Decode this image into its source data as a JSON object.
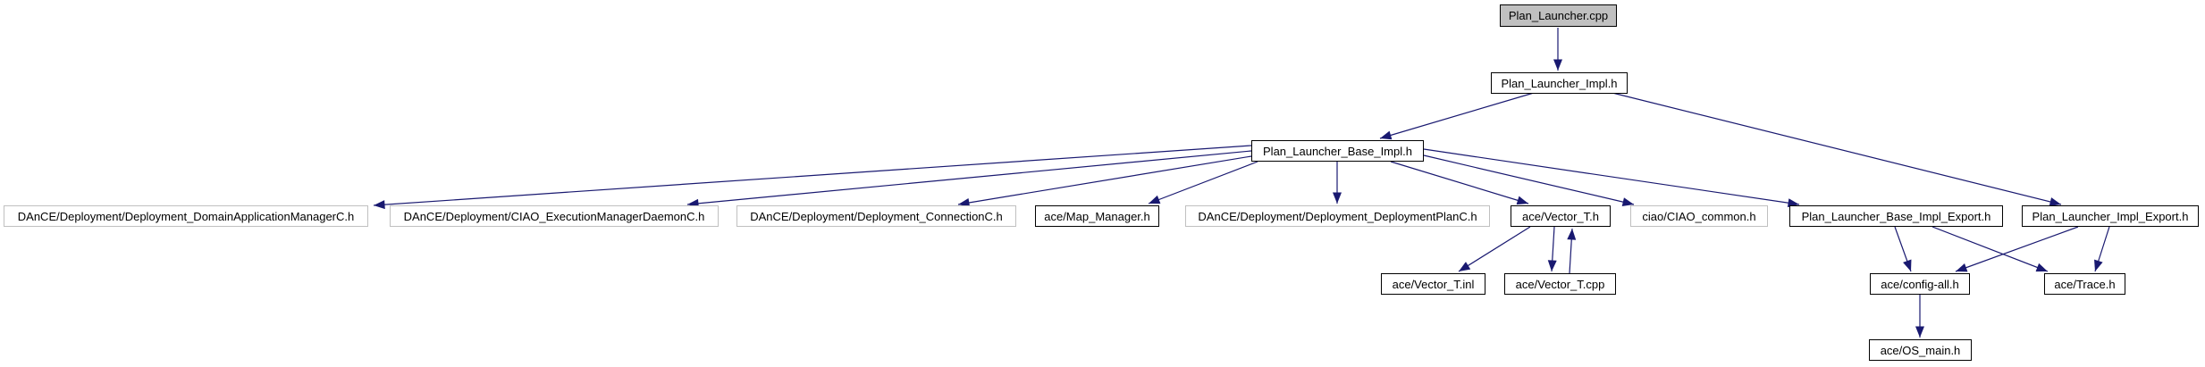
{
  "diagram": {
    "type": "include-dependency-graph",
    "root_file": "Plan_Launcher.cpp",
    "colors": {
      "edge": "#191970",
      "node_fill": "#ffffff",
      "current_node_fill": "#c0c0c0",
      "linked_border": "#000000",
      "plain_border": "#c0c0c0",
      "text": "#000000",
      "background": "#ffffff"
    },
    "nodes": [
      {
        "id": "plan-launcher-cpp",
        "label": "Plan_Launcher.cpp",
        "current": true,
        "linked": false
      },
      {
        "id": "plan-launcher-impl-h",
        "label": "Plan_Launcher_Impl.h",
        "current": false,
        "linked": true
      },
      {
        "id": "plan-launcher-base-impl-h",
        "label": "Plan_Launcher_Base_Impl.h",
        "current": false,
        "linked": true
      },
      {
        "id": "deployment-domain-application-manager-c-h",
        "label": "DAnCE/Deployment/Deployment_DomainApplicationManagerC.h",
        "current": false,
        "linked": false
      },
      {
        "id": "ciao-execution-manager-daemon-c-h",
        "label": "DAnCE/Deployment/CIAO_ExecutionManagerDaemonC.h",
        "current": false,
        "linked": false
      },
      {
        "id": "deployment-connection-c-h",
        "label": "DAnCE/Deployment/Deployment_ConnectionC.h",
        "current": false,
        "linked": false
      },
      {
        "id": "ace-map-manager-h",
        "label": "ace/Map_Manager.h",
        "current": false,
        "linked": true
      },
      {
        "id": "deployment-deployment-plan-c-h",
        "label": "DAnCE/Deployment/Deployment_DeploymentPlanC.h",
        "current": false,
        "linked": false
      },
      {
        "id": "ace-vector-t-h",
        "label": "ace/Vector_T.h",
        "current": false,
        "linked": true
      },
      {
        "id": "ciao-common-h",
        "label": "ciao/CIAO_common.h",
        "current": false,
        "linked": false
      },
      {
        "id": "plan-launcher-base-impl-export-h",
        "label": "Plan_Launcher_Base_Impl_Export.h",
        "current": false,
        "linked": true
      },
      {
        "id": "plan-launcher-impl-export-h",
        "label": "Plan_Launcher_Impl_Export.h",
        "current": false,
        "linked": true
      },
      {
        "id": "ace-vector-t-inl",
        "label": "ace/Vector_T.inl",
        "current": false,
        "linked": true
      },
      {
        "id": "ace-vector-t-cpp",
        "label": "ace/Vector_T.cpp",
        "current": false,
        "linked": true
      },
      {
        "id": "ace-config-all-h",
        "label": "ace/config-all.h",
        "current": false,
        "linked": true
      },
      {
        "id": "ace-trace-h",
        "label": "ace/Trace.h",
        "current": false,
        "linked": true
      },
      {
        "id": "ace-os-main-h",
        "label": "ace/OS_main.h",
        "current": false,
        "linked": true
      }
    ],
    "edges": [
      {
        "from": "plan-launcher-cpp",
        "to": "plan-launcher-impl-h"
      },
      {
        "from": "plan-launcher-impl-h",
        "to": "plan-launcher-base-impl-h"
      },
      {
        "from": "plan-launcher-impl-h",
        "to": "plan-launcher-impl-export-h"
      },
      {
        "from": "plan-launcher-base-impl-h",
        "to": "deployment-domain-application-manager-c-h"
      },
      {
        "from": "plan-launcher-base-impl-h",
        "to": "ciao-execution-manager-daemon-c-h"
      },
      {
        "from": "plan-launcher-base-impl-h",
        "to": "deployment-connection-c-h"
      },
      {
        "from": "plan-launcher-base-impl-h",
        "to": "ace-map-manager-h"
      },
      {
        "from": "plan-launcher-base-impl-h",
        "to": "deployment-deployment-plan-c-h"
      },
      {
        "from": "plan-launcher-base-impl-h",
        "to": "ace-vector-t-h"
      },
      {
        "from": "plan-launcher-base-impl-h",
        "to": "ciao-common-h"
      },
      {
        "from": "plan-launcher-base-impl-h",
        "to": "plan-launcher-base-impl-export-h"
      },
      {
        "from": "ace-vector-t-h",
        "to": "ace-vector-t-inl"
      },
      {
        "from": "ace-vector-t-h",
        "to": "ace-vector-t-cpp"
      },
      {
        "from": "ace-vector-t-cpp",
        "to": "ace-vector-t-h"
      },
      {
        "from": "plan-launcher-base-impl-export-h",
        "to": "ace-config-all-h"
      },
      {
        "from": "plan-launcher-base-impl-export-h",
        "to": "ace-trace-h"
      },
      {
        "from": "plan-launcher-impl-export-h",
        "to": "ace-config-all-h"
      },
      {
        "from": "plan-launcher-impl-export-h",
        "to": "ace-trace-h"
      },
      {
        "from": "ace-config-all-h",
        "to": "ace-os-main-h"
      }
    ]
  }
}
